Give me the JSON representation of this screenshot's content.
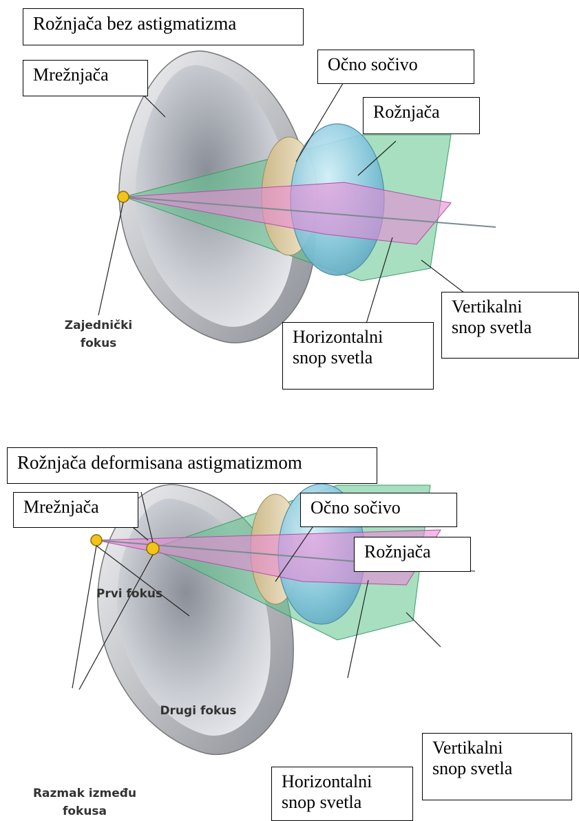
{
  "top": {
    "title": "Rožnjača bez astigmatizma",
    "retina": "Mrežnjača",
    "lens": "Očno sočivo",
    "cornea": "Rožnjača",
    "vertical_beam": [
      "Vertikalni",
      "snop svetla"
    ],
    "horizontal_beam": [
      "Horizontalni",
      "snop svetla"
    ],
    "focus": [
      "Zajednički",
      "fokus"
    ]
  },
  "bottom": {
    "title": "Rožnjača deformisana astigmatizmom",
    "retina": "Mrežnjača",
    "lens": "Očno sočivo",
    "cornea": "Rožnjača",
    "first_focus": "Prvi fokus",
    "second_focus": "Drugi fokus",
    "gap": [
      "Razmak između",
      "fokusa"
    ],
    "vertical_beam": [
      "Vertikalni",
      "snop svetla"
    ],
    "horizontal_beam": [
      "Horizontalni",
      "snop svetla"
    ]
  }
}
